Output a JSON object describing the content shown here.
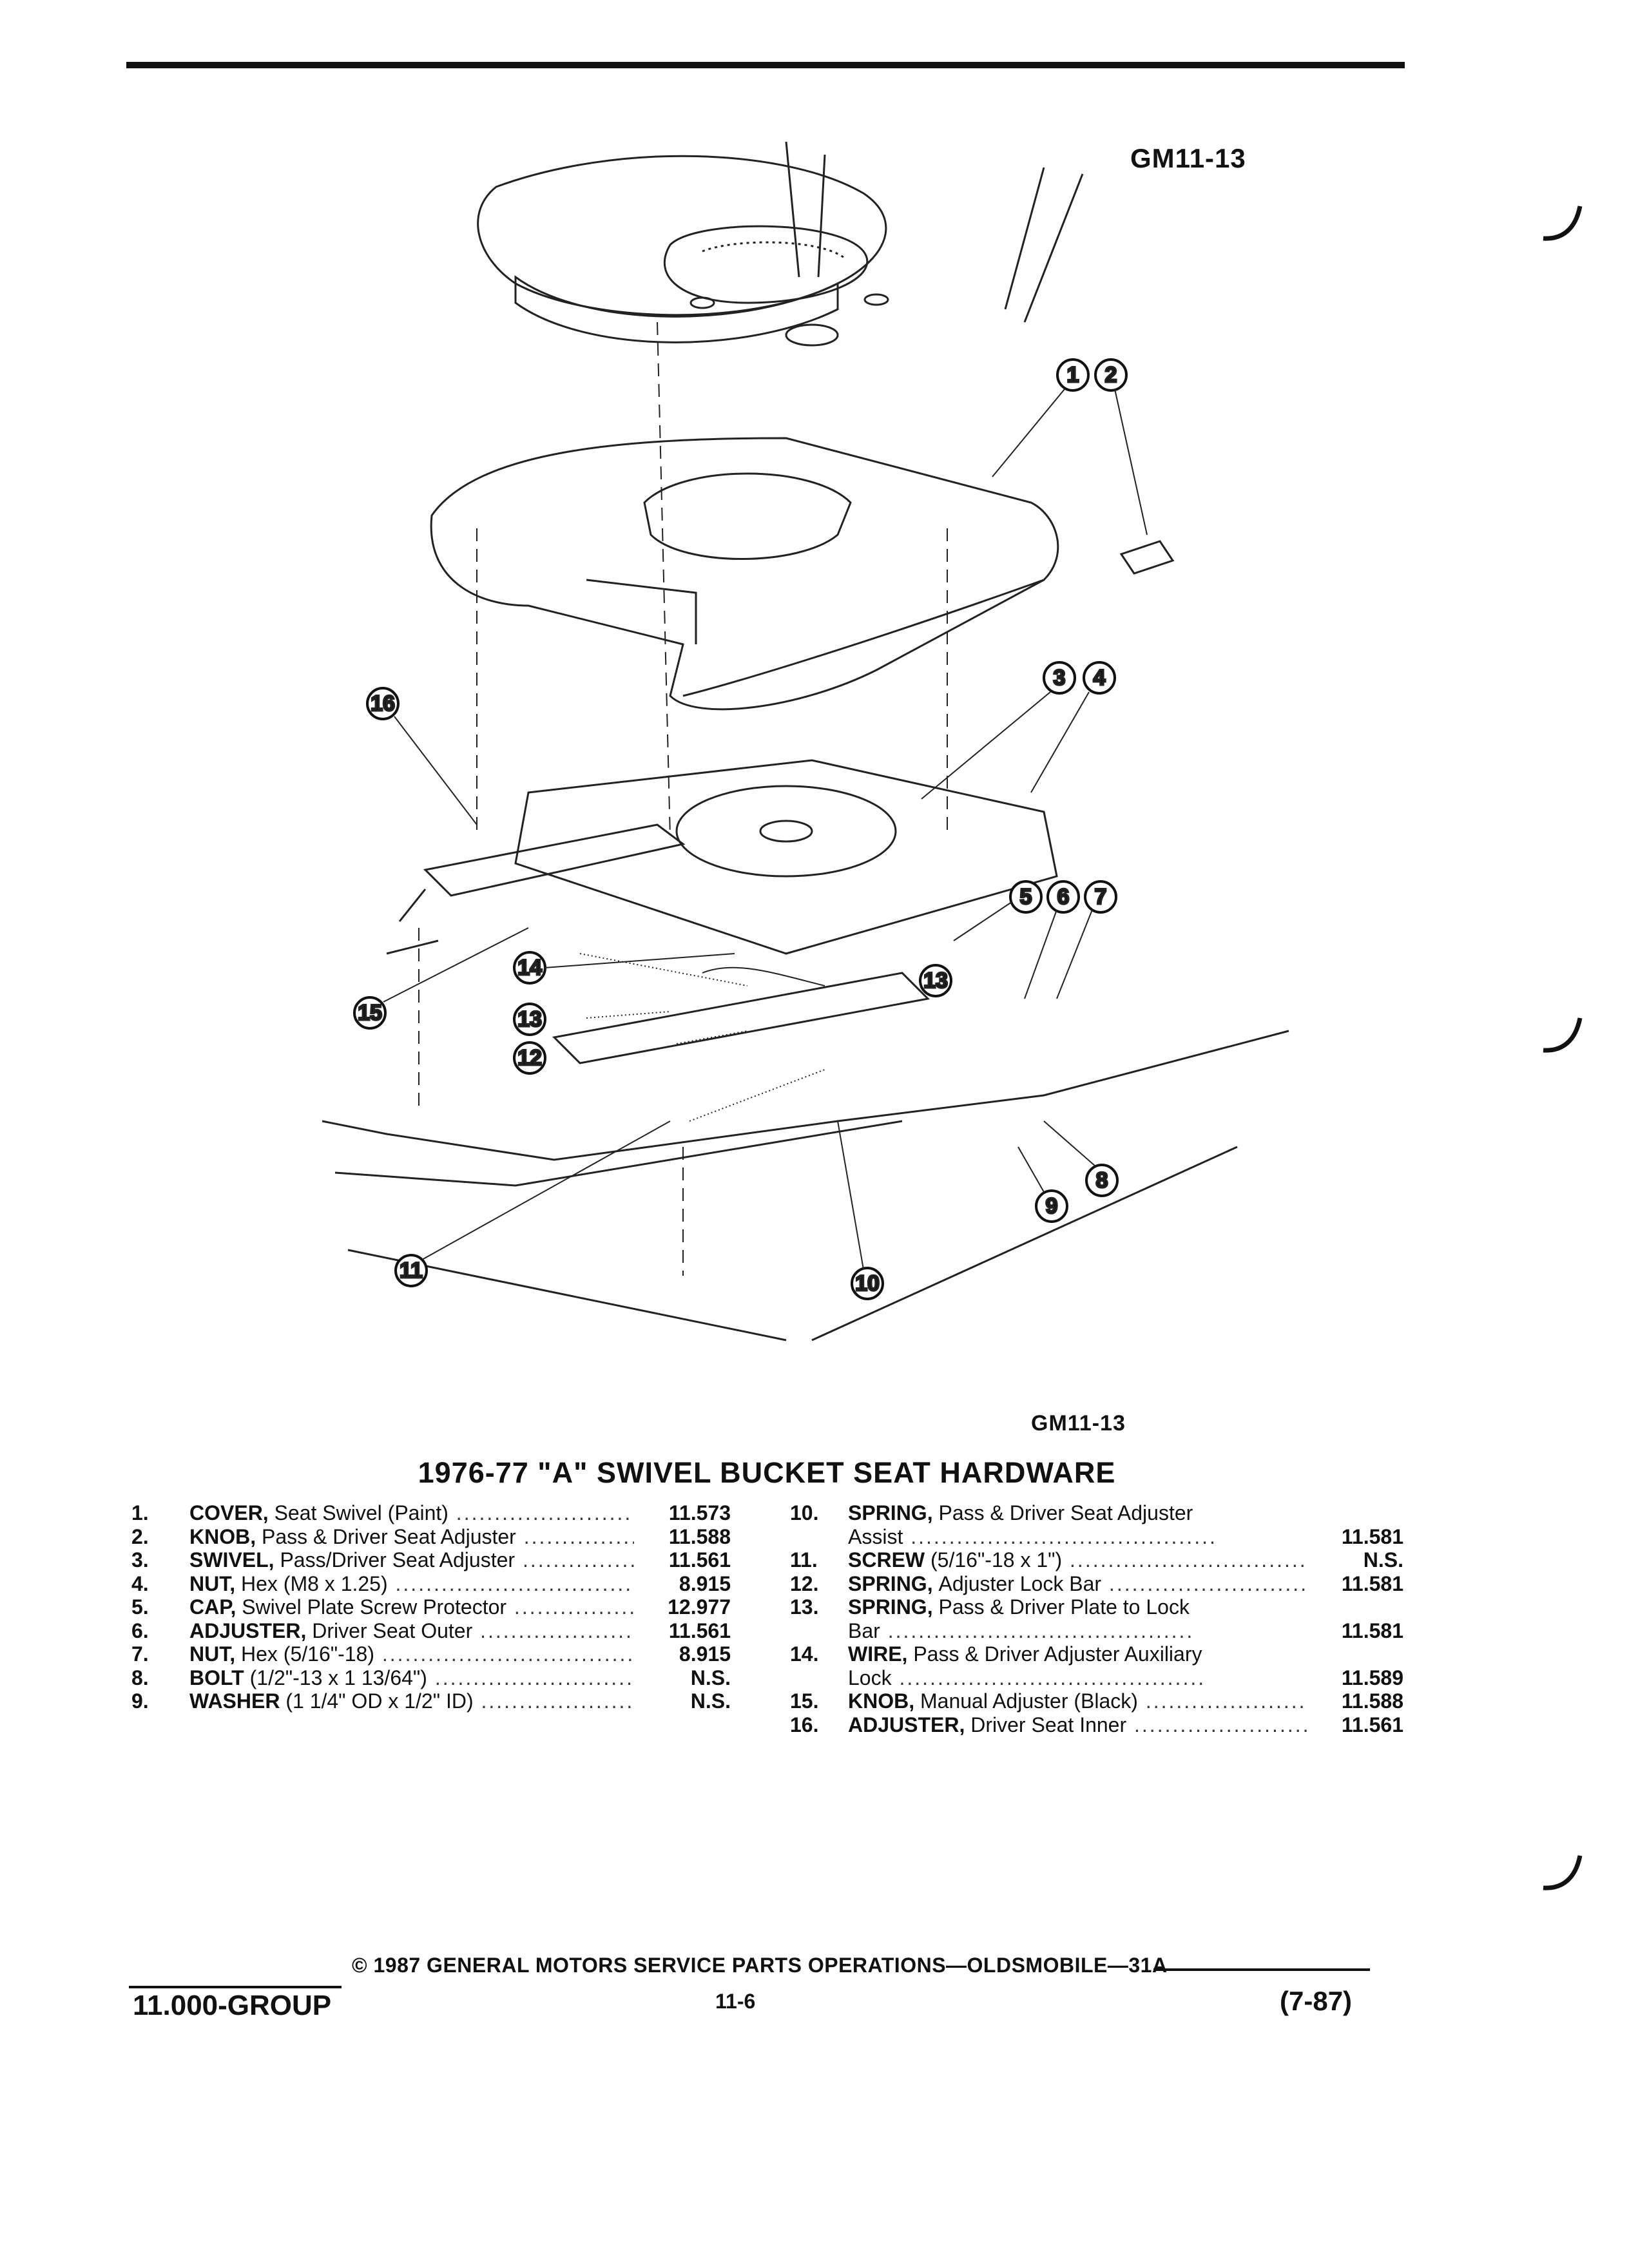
{
  "figure": {
    "code_top": "GM11-13",
    "code_bottom": "GM11-13",
    "callouts": [
      "1",
      "2",
      "3",
      "4",
      "5",
      "6",
      "7",
      "8",
      "9",
      "10",
      "11",
      "12",
      "13",
      "13",
      "14",
      "15",
      "16"
    ]
  },
  "title": "1976-77 \"A\" SWIVEL BUCKET SEAT HARDWARE",
  "parts_left": [
    {
      "num": "1.",
      "name": "COVER,",
      "detail": "Seat Swivel (Paint)",
      "code": "11.573"
    },
    {
      "num": "2.",
      "name": "KNOB,",
      "detail": "Pass & Driver Seat Adjuster",
      "code": "11.588"
    },
    {
      "num": "3.",
      "name": "SWIVEL,",
      "detail": "Pass/Driver Seat Adjuster",
      "code": "11.561"
    },
    {
      "num": "4.",
      "name": "NUT,",
      "detail": "Hex (M8 x 1.25)",
      "code": "8.915"
    },
    {
      "num": "5.",
      "name": "CAP,",
      "detail": "Swivel Plate Screw Protector",
      "code": "12.977"
    },
    {
      "num": "6.",
      "name": "ADJUSTER,",
      "detail": "Driver Seat Outer",
      "code": "11.561"
    },
    {
      "num": "7.",
      "name": "NUT,",
      "detail": "Hex (5/16\"-18)",
      "code": "8.915"
    },
    {
      "num": "8.",
      "name": "BOLT",
      "detail": "(1/2\"-13 x 1 13/64\")",
      "code": "N.S."
    },
    {
      "num": "9.",
      "name": "WASHER",
      "detail": "(1 1/4\" OD x 1/2\" ID)",
      "code": "N.S."
    }
  ],
  "parts_right": [
    {
      "num": "10.",
      "name": "SPRING,",
      "detail": "Pass & Driver Seat Adjuster",
      "cont": "Assist",
      "code": "11.581"
    },
    {
      "num": "11.",
      "name": "SCREW",
      "detail": "(5/16\"-18 x 1\")",
      "code": "N.S."
    },
    {
      "num": "12.",
      "name": "SPRING,",
      "detail": "Adjuster Lock Bar",
      "code": "11.581"
    },
    {
      "num": "13.",
      "name": "SPRING,",
      "detail": "Pass & Driver Plate to Lock",
      "cont": "Bar",
      "code": "11.581"
    },
    {
      "num": "14.",
      "name": "WIRE,",
      "detail": "Pass & Driver Adjuster Auxiliary",
      "cont": "Lock",
      "code": "11.589"
    },
    {
      "num": "15.",
      "name": "KNOB,",
      "detail": "Manual Adjuster (Black)",
      "code": "11.588"
    },
    {
      "num": "16.",
      "name": "ADJUSTER,",
      "detail": "Driver Seat Inner",
      "code": "11.561"
    }
  ],
  "footer": {
    "copyright": "© 1987 GENERAL MOTORS SERVICE PARTS OPERATIONS—OLDSMOBILE—31A",
    "group": "11.000-GROUP",
    "page": "11-6",
    "date": "(7-87)"
  }
}
